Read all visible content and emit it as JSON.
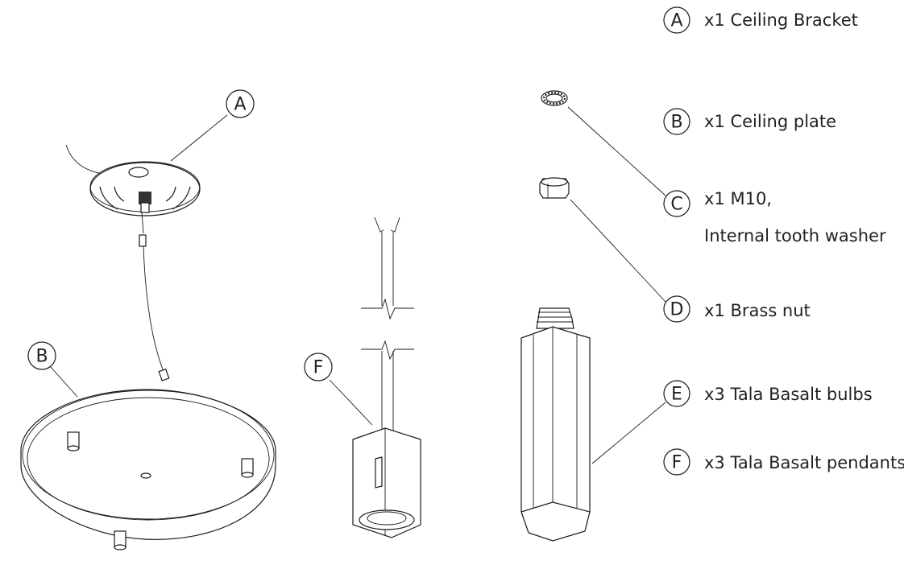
{
  "legend": [
    {
      "letter": "A",
      "lines": [
        "x1 Ceiling Bracket"
      ]
    },
    {
      "letter": "B",
      "lines": [
        "x1 Ceiling plate"
      ]
    },
    {
      "letter": "C",
      "lines": [
        "x1 M10,",
        "Internal tooth washer"
      ]
    },
    {
      "letter": "D",
      "lines": [
        "x1 Brass nut"
      ]
    },
    {
      "letter": "E",
      "lines": [
        "x3 Tala Basalt bulbs"
      ]
    },
    {
      "letter": "F",
      "lines": [
        "x3 Tala Basalt pendants"
      ]
    }
  ],
  "callouts": {
    "bracket": "A",
    "plate": "B",
    "pendant": "F"
  },
  "colors": {
    "line": "#1a1a1a",
    "text": "#222222",
    "background": "#ffffff"
  }
}
